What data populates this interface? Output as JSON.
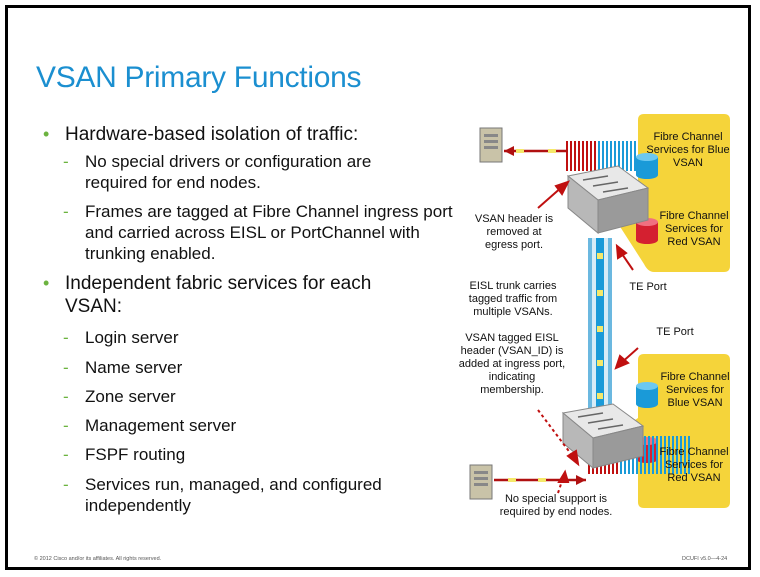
{
  "title": "VSAN Primary Functions",
  "bullets": {
    "b1": "Hardware-based isolation of traffic:",
    "b1_sub": [
      "No special drivers or configuration are required for end nodes.",
      "Frames are tagged at Fibre Channel ingress port and carried across EISL or PortChannel with trunking enabled."
    ],
    "b2": "Independent fabric services for each VSAN:",
    "b2_sub": [
      "Login server",
      "Name server",
      "Zone server",
      "Management server",
      "FSPF routing",
      "Services run, managed, and configured independently"
    ]
  },
  "diagram": {
    "top_blue": "Fibre Channel Services for Blue VSAN",
    "top_red": "Fibre Channel Services for Red VSAN",
    "bottom_blue": "Fibre Channel Services for Blue VSAN",
    "bottom_red": "Fibre Channel Services for Red VSAN",
    "vsan_header_removed": "VSAN header is removed at egress port.",
    "eisl_trunk": "EISL trunk carries tagged traffic from multiple VSANs.",
    "vsan_tagged": "VSAN tagged EISL header (VSAN_ID) is added at ingress port, indicating membership.",
    "te_port_1": "TE Port",
    "te_port_2": "TE Port",
    "no_special_support": "No special support is required by end nodes."
  },
  "footer": {
    "copyright": "© 2012 Cisco and/or its affiliates. All rights reserved.",
    "course": "DCUFI v5.0—4-24"
  },
  "colors": {
    "title": "#1b8fd0",
    "bullet": "#6cb33f",
    "callout": "#f5d43a",
    "blue_db": "#1a9ad8",
    "red_db": "#d42030",
    "link_red": "#b01010"
  }
}
